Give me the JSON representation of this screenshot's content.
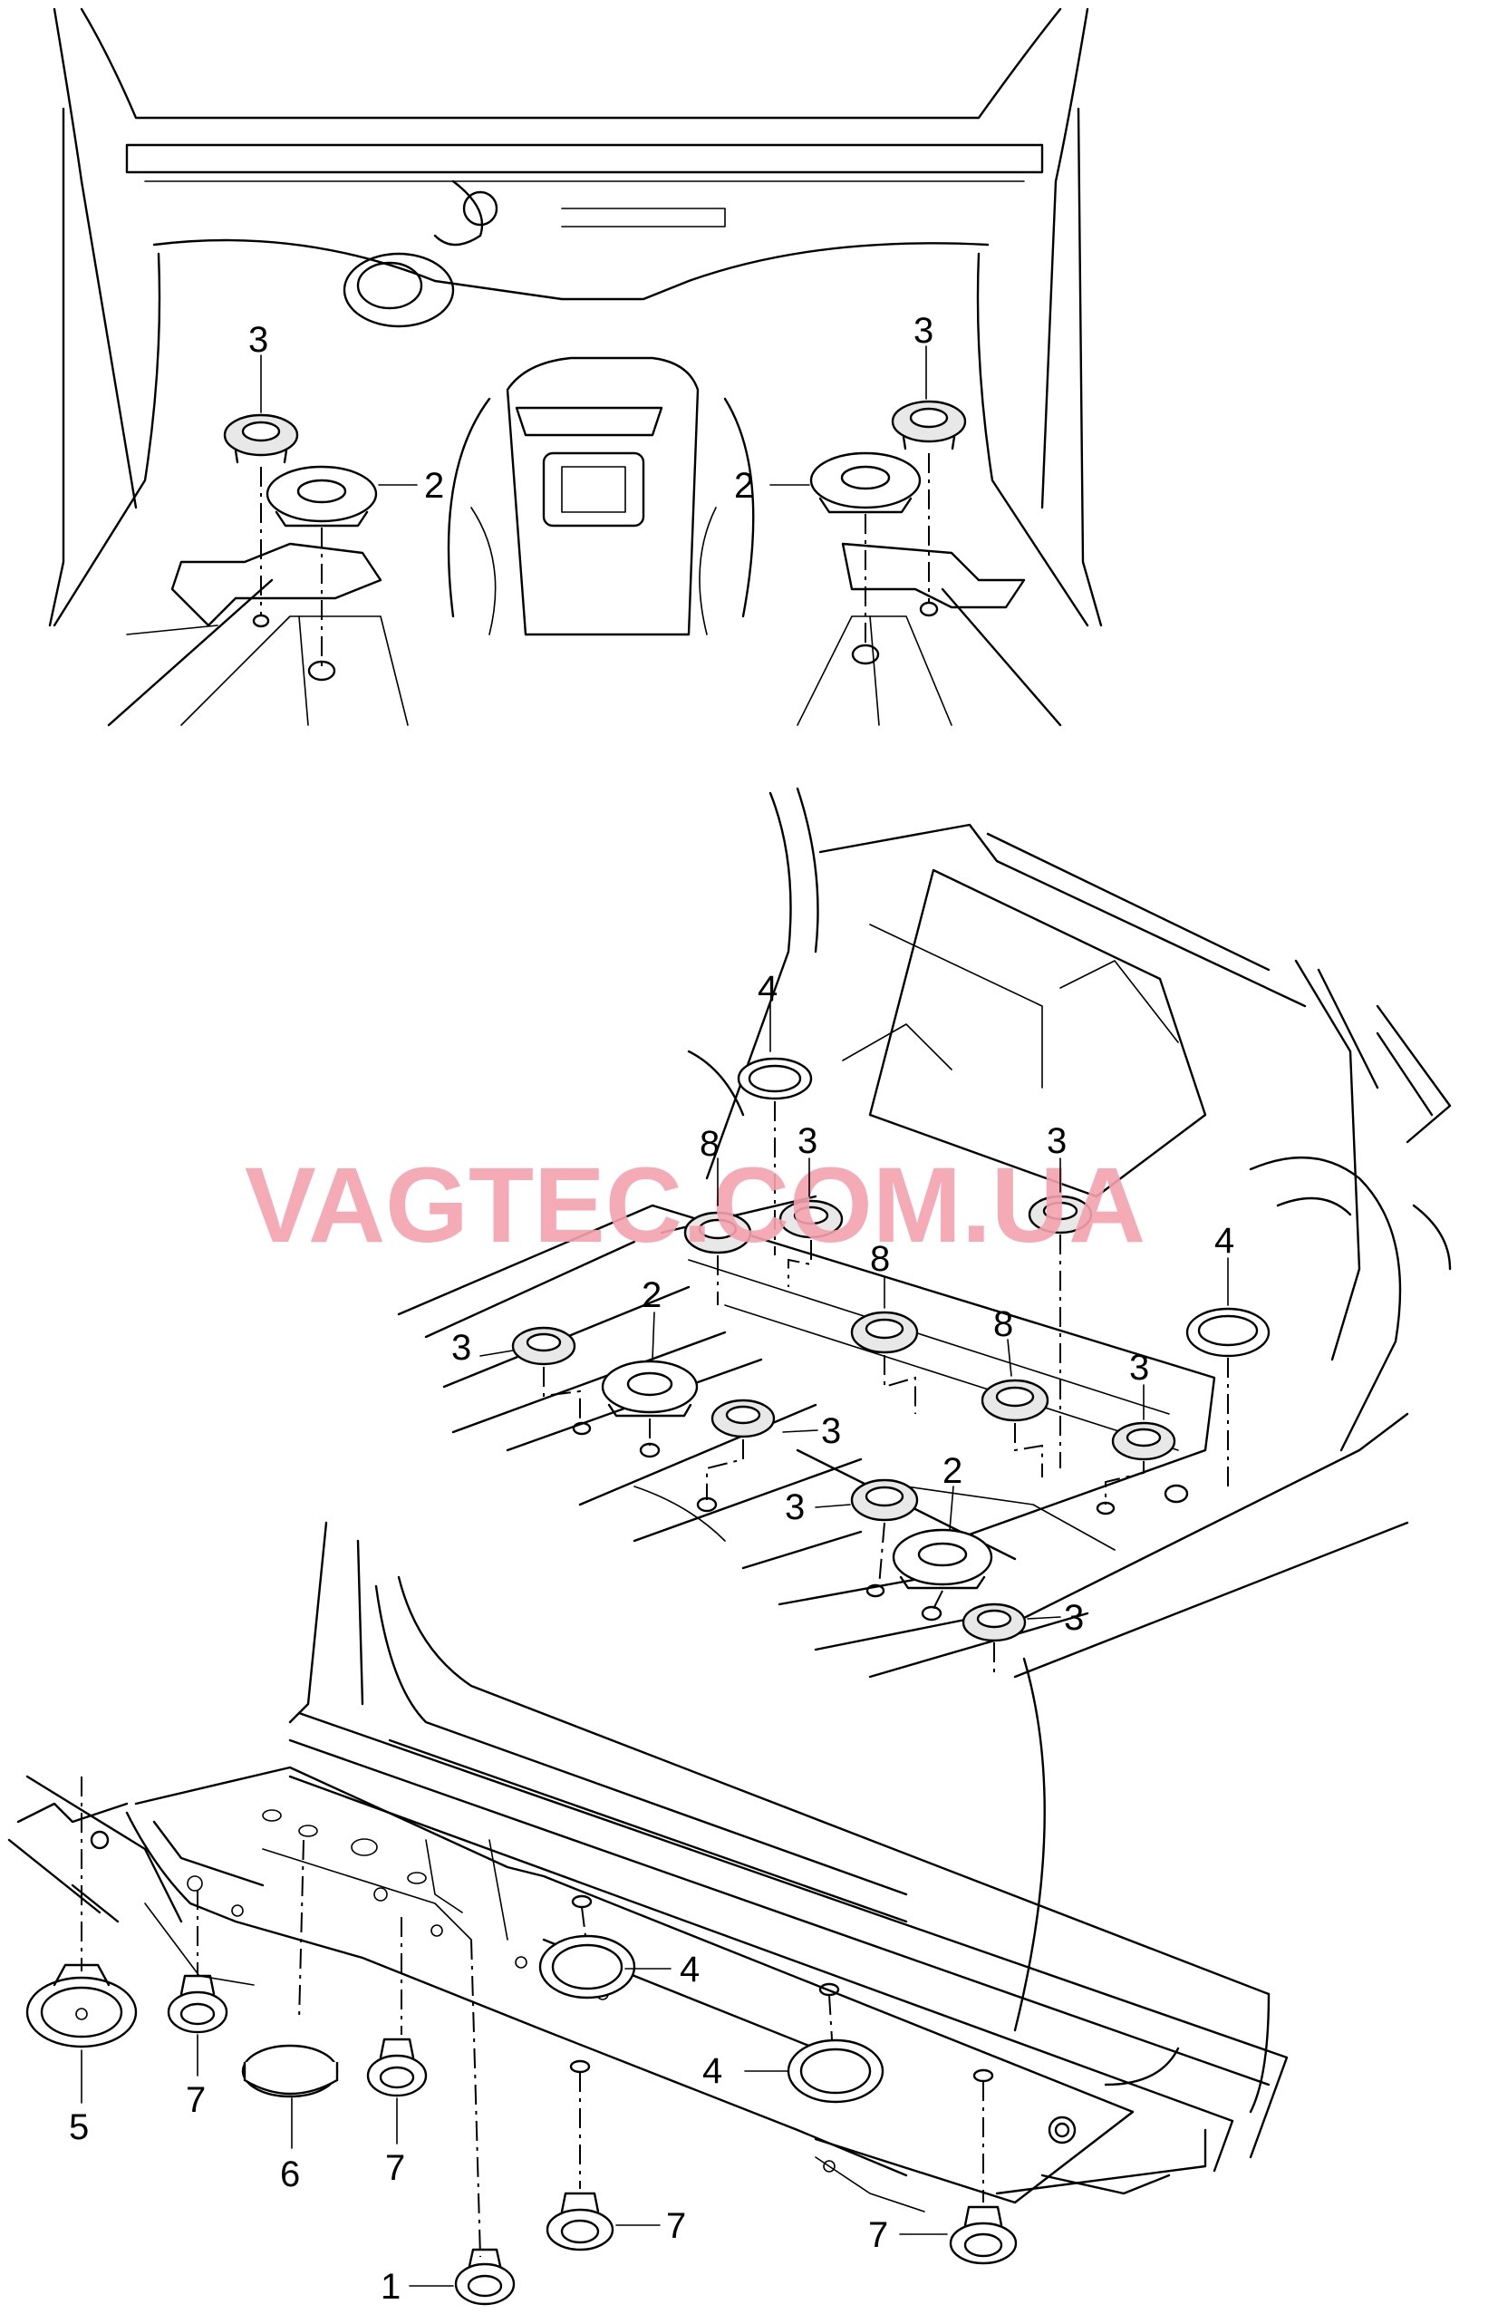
{
  "watermark": "VAGTEC.COM.UA",
  "callouts": {
    "top_left_3": "3",
    "top_left_2": "2",
    "top_right_3": "3",
    "top_right_2": "2",
    "mid_4a": "4",
    "mid_8a": "8",
    "mid_3a": "3",
    "mid_3b": "3",
    "mid_4b": "4",
    "mid_8b": "8",
    "mid_2a": "2",
    "mid_8c": "8",
    "mid_3c": "3",
    "mid_3d": "3",
    "mid_3e": "3",
    "mid_2b": "2",
    "mid_3f": "3",
    "mid_3g": "3",
    "bot_4a": "4",
    "bot_4b": "4",
    "bot_5": "5",
    "bot_7a": "7",
    "bot_6": "6",
    "bot_7b": "7",
    "bot_1": "1",
    "bot_7c": "7",
    "bot_7d": "7"
  }
}
